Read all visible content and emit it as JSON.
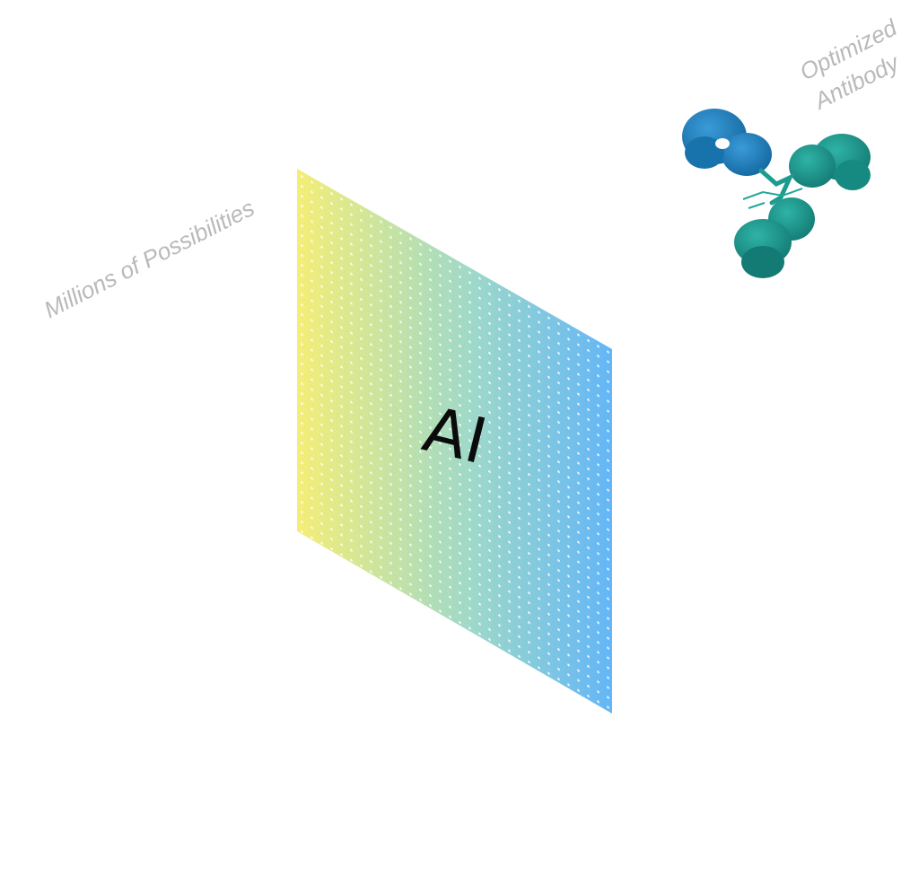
{
  "input_label": "Millions of Possibilities",
  "panel": {
    "label": "AI",
    "gradient_start": "#f4ee77",
    "gradient_mid": "#9fd9c9",
    "gradient_end": "#63b6f7"
  },
  "output": {
    "label_line1": "Optimized",
    "label_line2": "Antibody",
    "icon": "antibody-molecule",
    "color_top": "#1b7cb9",
    "color_bottom": "#1a9a8a"
  }
}
